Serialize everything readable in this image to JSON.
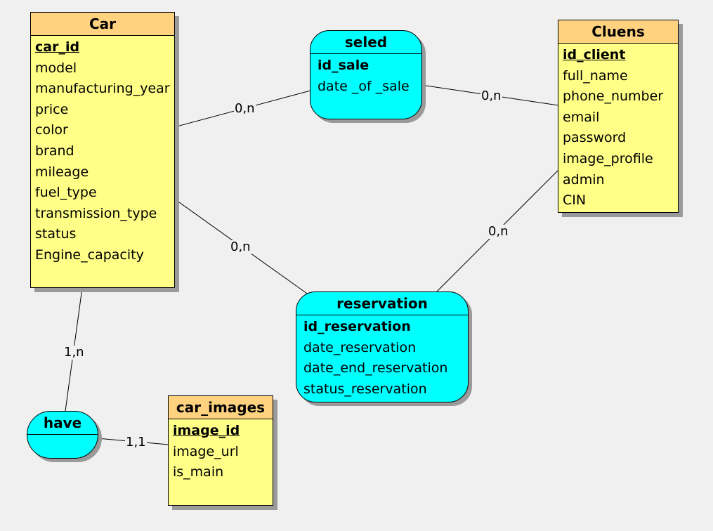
{
  "entities": {
    "car": {
      "title": "Car",
      "key": "car_id",
      "attributes": [
        "model",
        "manufacturing_year",
        "price",
        "color",
        "brand",
        "mileage",
        "fuel_type",
        "transmission_type",
        "status",
        "Engine_capacity"
      ]
    },
    "cluens": {
      "title": "Cluens",
      "key": "id_client",
      "attributes": [
        "full_name",
        "phone_number",
        "email",
        "password",
        "image_profile",
        "admin",
        "CIN"
      ]
    },
    "car_images": {
      "title": "car_images",
      "key": "image_id",
      "attributes": [
        "image_url",
        "is_main"
      ]
    }
  },
  "relations": {
    "seled": {
      "title": "seled",
      "key": "id_sale",
      "attributes": [
        "date _of _sale"
      ]
    },
    "reservation": {
      "title": "reservation",
      "key": "id_reservation",
      "attributes": [
        "date_reservation",
        "date_end_reservation",
        "status_reservation"
      ]
    },
    "have": {
      "title": "have",
      "key": "",
      "attributes": []
    }
  },
  "cardinalities": {
    "car_seled": "0,n",
    "seled_cluens": "0,n",
    "car_reservation": "0,n",
    "cluens_reservation": "0,n",
    "car_have": "1,n",
    "have_car_images": "1,1"
  },
  "colors": {
    "background": "#f0f0f0",
    "entity_fill": "#ffff88",
    "entity_header": "#ffd27f",
    "relation_fill": "#00ffff",
    "shadow": "#9a9a9a"
  }
}
